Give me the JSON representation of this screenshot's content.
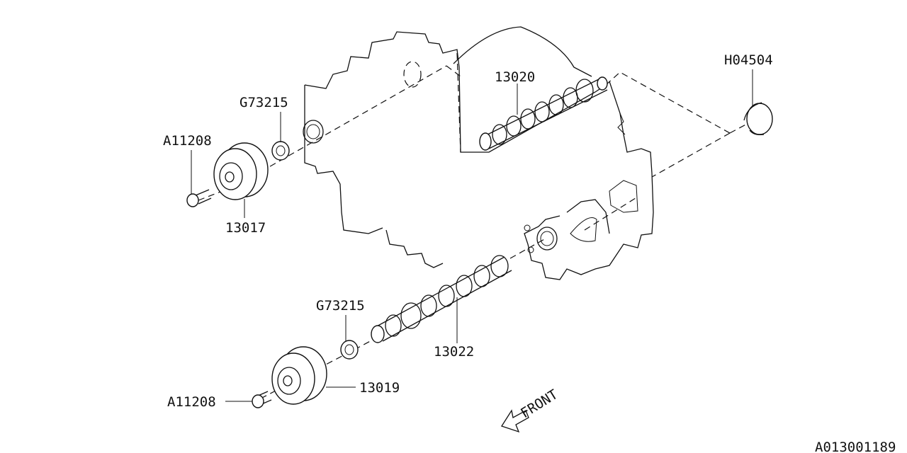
{
  "labels": {
    "h04504": "H04504",
    "p13020": "13020",
    "g73215_top": "G73215",
    "a11208_top": "A11208",
    "p13017": "13017",
    "g73215_bottom": "G73215",
    "p13022": "13022",
    "p13019": "13019",
    "a11208_bottom": "A11208",
    "front": "FRONT",
    "diagram_id": "A013001189"
  }
}
